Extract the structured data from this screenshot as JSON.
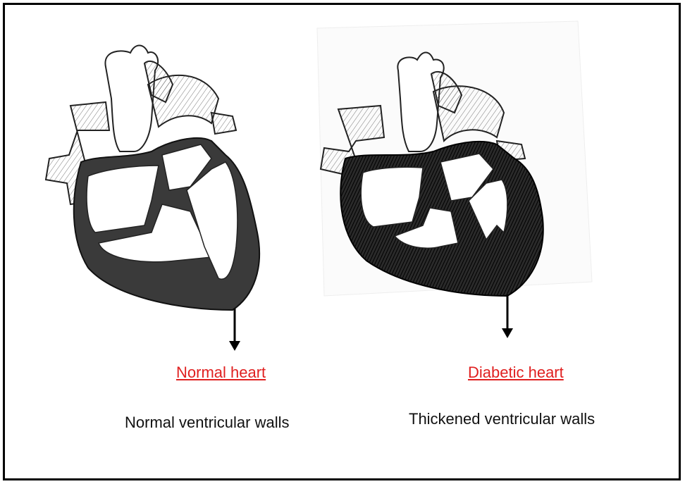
{
  "colors": {
    "title": "#e02020",
    "caption": "#111111",
    "frame": "#000000",
    "ink": "#1a1a1a"
  },
  "normal": {
    "title": "Normal heart",
    "caption": "Normal ventricular walls"
  },
  "diabetic": {
    "title": "Diabetic heart",
    "caption": "Thickened ventricular walls"
  }
}
